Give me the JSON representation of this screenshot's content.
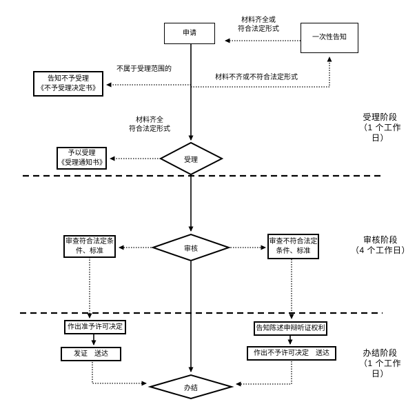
{
  "flowchart": {
    "title_hint": "行政许可办理流程图",
    "colors": {
      "line": "#000000",
      "background": "#ffffff"
    },
    "nodes": {
      "apply": "申请",
      "one_time_notify": "一次性告知",
      "reject_notice": "告知不予受理\n《不予受理决定书》",
      "accept_notice": "予以受理\n《受理通知书》",
      "accept_decision": "受理",
      "review_decision": "审核",
      "review_pass": "审查符合法定条\n件、标准",
      "review_fail": "审查不符合法定\n条件、标准",
      "grant_decision": "作出准予许可决定",
      "issue_deliver": "发证　送达",
      "inform_rights": "告知陈述申辩听证权利",
      "deny_deliver": "作出不予许可决定　送达",
      "finish": "办结"
    },
    "edge_labels": {
      "complete_or_legal": "材料齐全或\n符合法定形式",
      "out_of_scope": "不属于受理范围的",
      "incomplete_or_illegal": "材料不齐或不符合法定形式",
      "complete_legal": "材料齐全\n符合法定形式"
    },
    "stages": [
      {
        "id": "accept",
        "label": "受理阶段\n（1 个工作\n日）"
      },
      {
        "id": "review",
        "label": "审核阶段\n（4 个工作日）"
      },
      {
        "id": "finish",
        "label": "办结阶段\n（1 个工作\n日）"
      }
    ]
  }
}
